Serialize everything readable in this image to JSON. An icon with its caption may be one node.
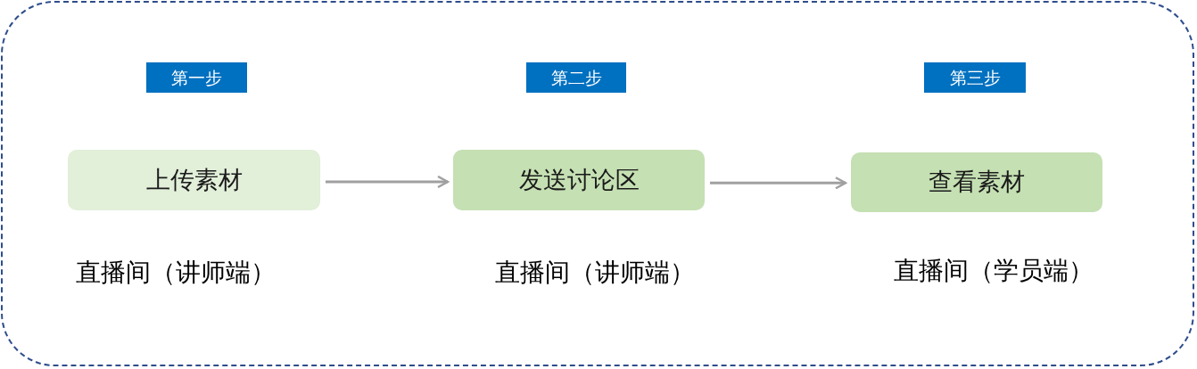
{
  "diagram": {
    "nodes": [
      {
        "text": [],
        "shape": "box"
      },
      {
        "text": [
          "第一步"
        ],
        "in": 0
      },
      {
        "text": [
          "上传素材"
        ],
        "in": 0,
        "beside": [
          "直播间（讲师端）"
        ]
      },
      {
        "text": [
          "第二步"
        ],
        "in": 0
      },
      {
        "text": [
          "发送讨论区"
        ],
        "in": 0,
        "beside": [
          "直播间（讲师端）"
        ]
      },
      {
        "text": [
          "第三步"
        ],
        "in": 0
      },
      {
        "text": [
          "查看素材"
        ],
        "in": 0,
        "beside": [
          "直播间（学员端）"
        ]
      }
    ],
    "edges": [
      {
        "from": 2,
        "to": 4,
        "arrow": "to"
      },
      {
        "from": 4,
        "to": 6,
        "arrow": "to"
      }
    ]
  }
}
